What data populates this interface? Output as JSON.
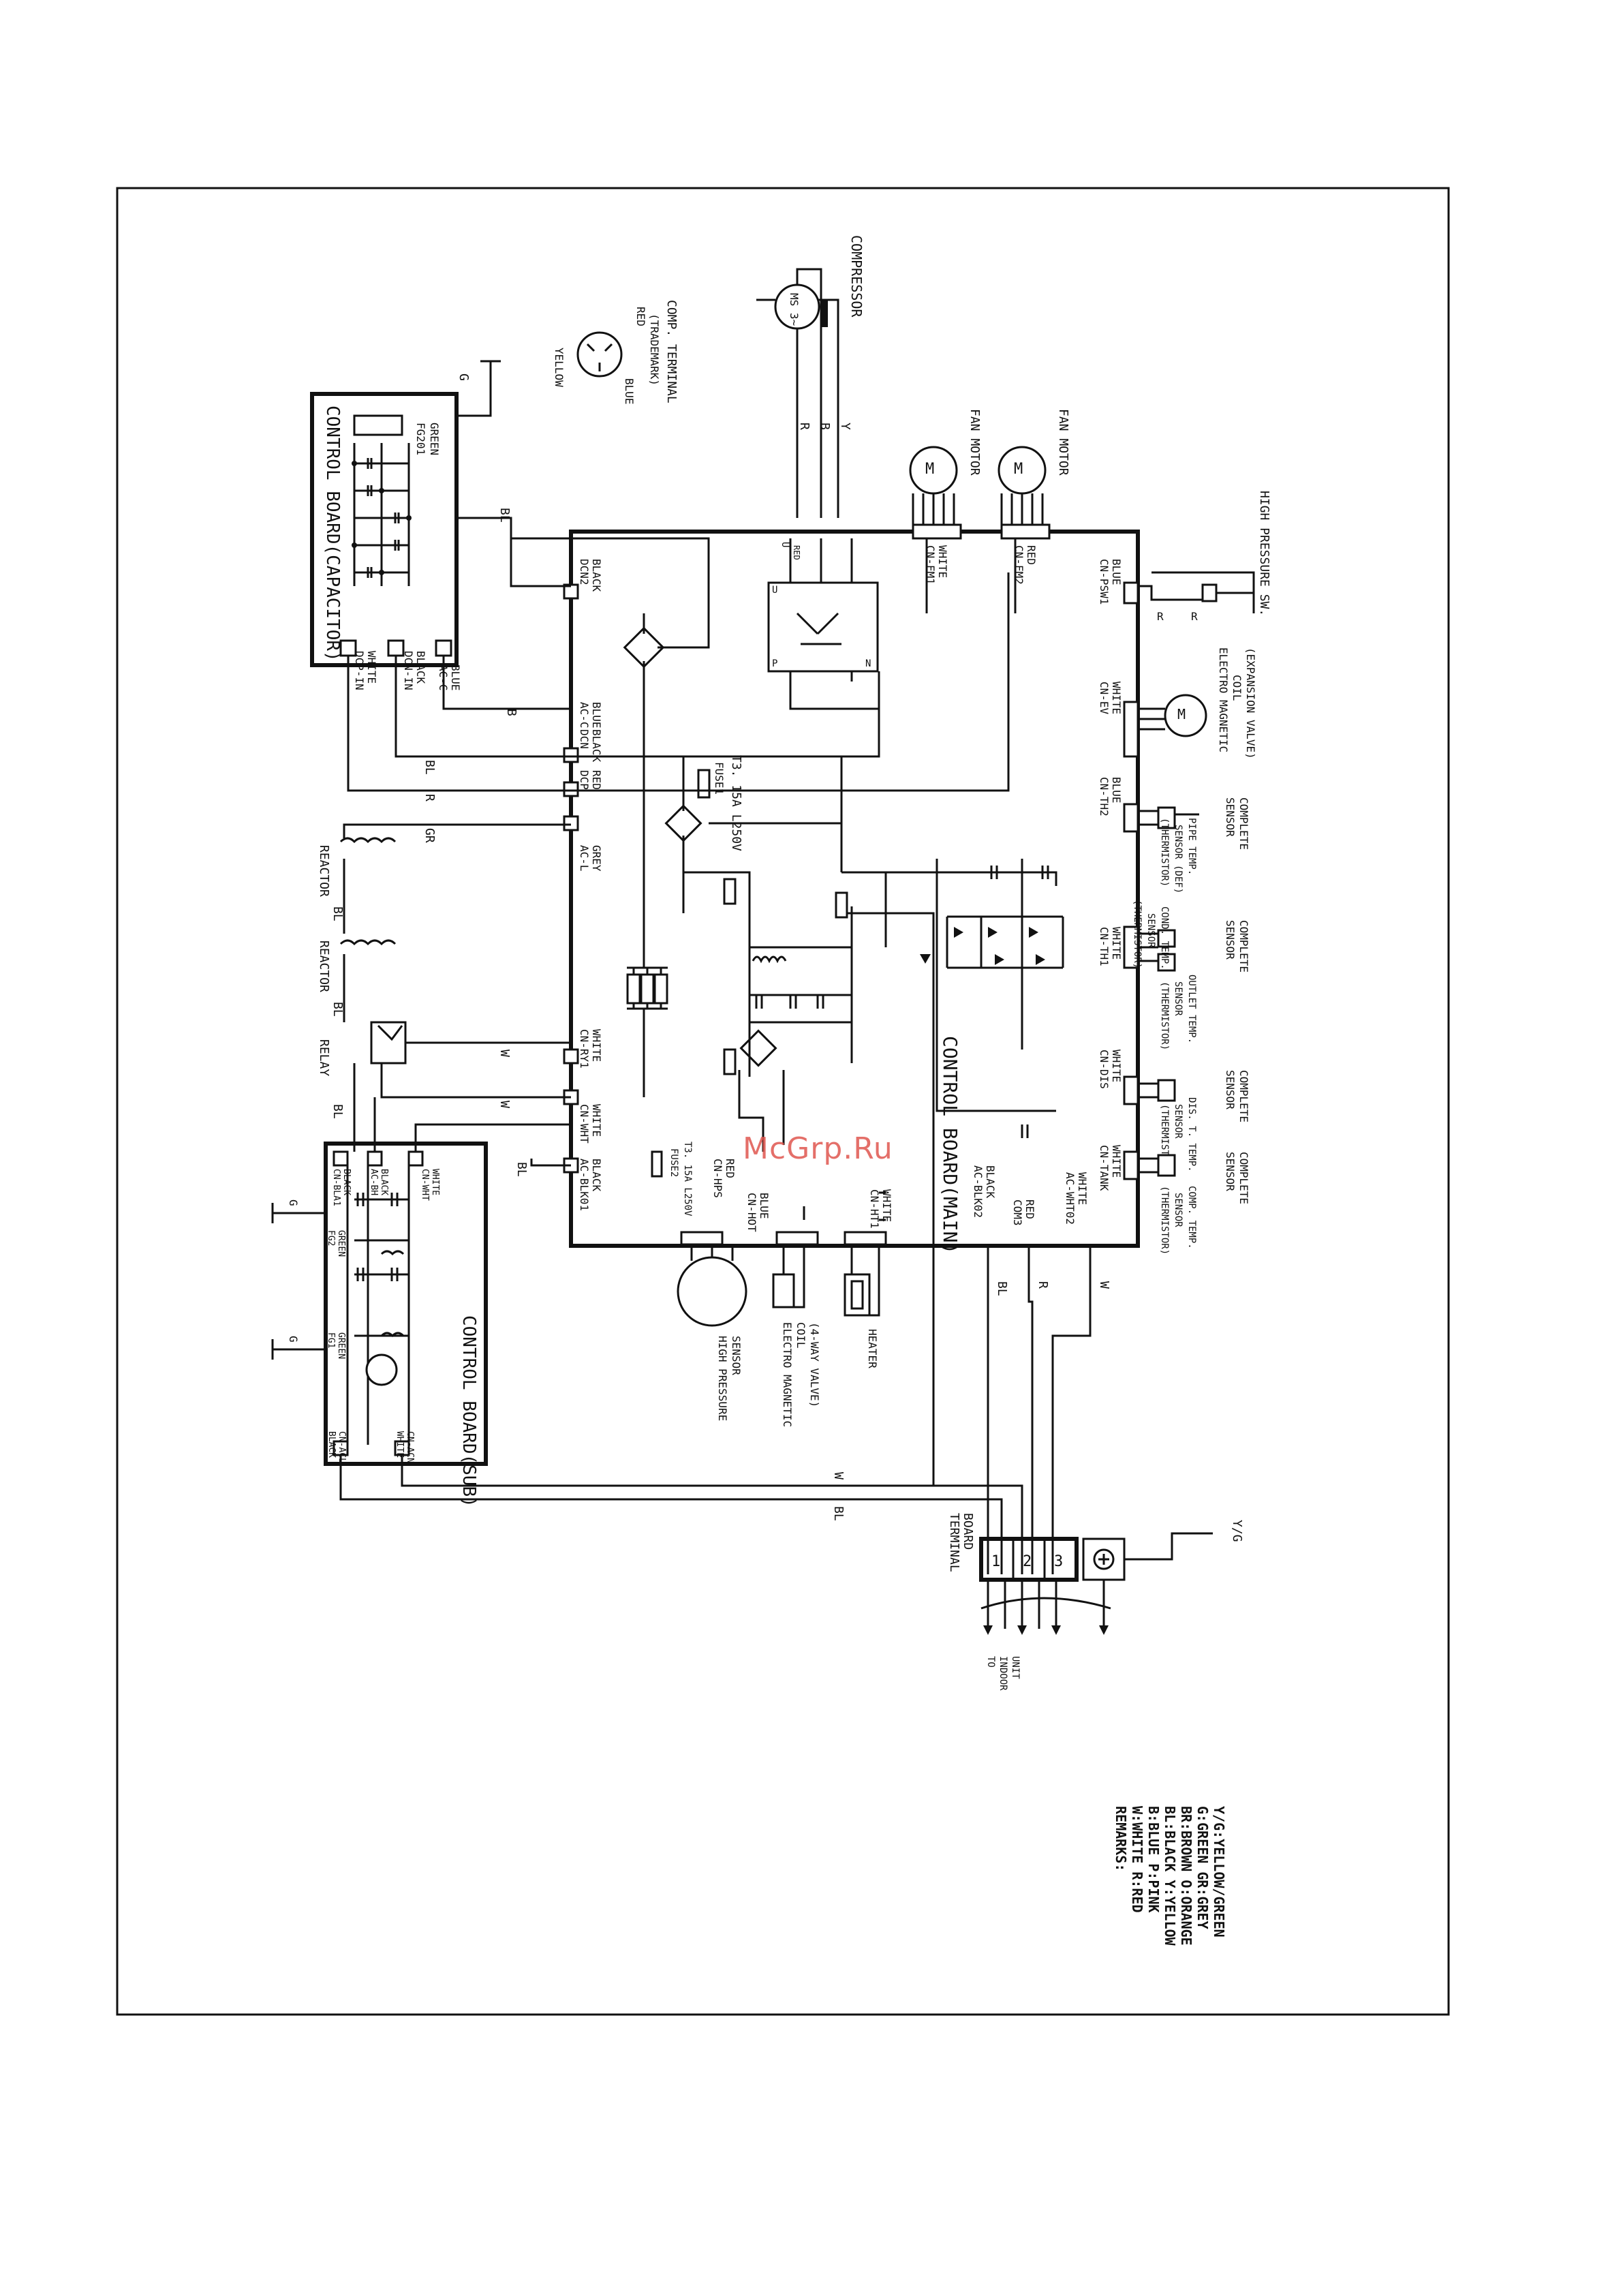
{
  "watermark": "McGrp.Ru",
  "boards": {
    "capacitor": "CONTROL BOARD(CAPACITOR)",
    "sub": "CONTROL BOARD(SUB)",
    "main": "CONTROL BOARD(MAIN)"
  },
  "compressor": {
    "label": "COMPRESSOR",
    "motor": "MS 3~",
    "terminal_title": "COMP. TERMINAL",
    "terminal_sub": "(TRADEMARK)",
    "pin_red": "RED",
    "pin_yellow": "YELLOW",
    "pin_blue": "BLUE",
    "wire_r": "R",
    "wire_b": "B",
    "wire_y": "Y"
  },
  "fan_motors": [
    "FAN MOTOR",
    "FAN MOTOR"
  ],
  "high_pressure_sw": "HIGH PRESSURE SW.",
  "expansion_valve": [
    "ELECTRO MAGNETIC",
    "COIL",
    "(EXPANSION VALVE)"
  ],
  "sensors": [
    {
      "line1": "SENSOR",
      "line2": "COMPLETE",
      "desc": [
        "PIPE TEMP.",
        "SENSOR (DEF)",
        "(THERMISTOR)"
      ]
    },
    {
      "line1": "SENSOR",
      "line2": "COMPLETE",
      "desc": [
        "COND. TEMP.",
        "SENSOR",
        "(THERMISTOR)"
      ],
      "desc2": [
        "OUTLET TEMP.",
        "SENSOR",
        "(THERMISTOR)"
      ]
    },
    {
      "line1": "SENSOR",
      "line2": "COMPLETE",
      "desc": [
        "DIS. T. TEMP.",
        "SENSOR",
        "(THERMISTOR)"
      ]
    },
    {
      "line1": "SENSOR",
      "line2": "COMPLETE",
      "desc": [
        "COMP. TEMP.",
        "SENSOR",
        "(THERMISTOR)"
      ]
    }
  ],
  "main_connectors": {
    "dcn2": [
      "DCN2",
      "BLACK"
    ],
    "acc": [
      "AC-C",
      "BLUE"
    ],
    "dcn": [
      "DCN",
      "BLACK"
    ],
    "dcp": [
      "DCP",
      "RED"
    ],
    "acl": [
      "AC-L",
      "GREY"
    ],
    "cnry1": [
      "CN-RY1",
      "WHITE"
    ],
    "cnwht": [
      "CN-WHT",
      "WHITE"
    ],
    "acblk01": [
      "AC-BLK01",
      "BLACK"
    ],
    "cnhps": [
      "CN-HPS",
      "RED"
    ],
    "cnhot": [
      "CN-HOT",
      "BLUE"
    ],
    "cnht1": [
      "CN-HT1",
      "WHITE"
    ],
    "acblk02": [
      "AC-BLK02",
      "BLACK"
    ],
    "com3": [
      "COM3",
      "RED"
    ],
    "acwht02": [
      "AC-WHT02",
      "WHITE"
    ],
    "cnfm1": [
      "CN-FM1",
      "WHITE"
    ],
    "cnfm2": [
      "CN-FM2",
      "RED"
    ],
    "cnpsw1": [
      "CN-PSW1",
      "BLUE"
    ],
    "cnev": [
      "CN-EV",
      "WHITE"
    ],
    "cnth2": [
      "CN-TH2",
      "BLUE"
    ],
    "cnth1": [
      "CN-TH1",
      "WHITE"
    ],
    "cndis": [
      "CN-DIS",
      "WHITE"
    ],
    "cntank": [
      "CN-TANK",
      "WHITE"
    ]
  },
  "cap_connectors": {
    "dcpin": [
      "DCP-IN",
      "WHITE"
    ],
    "dcnin": [
      "DCN-IN",
      "BLACK"
    ],
    "acc": [
      "AC-C",
      "BLUE"
    ],
    "fg201": [
      "FG201",
      "GREEN"
    ]
  },
  "sub_connectors": {
    "cnbla1": [
      "CN-BLA1",
      "BLACK"
    ],
    "acbh": [
      "AC-BH",
      "BLACK"
    ],
    "cnwht": [
      "CN-WHT",
      "WHITE"
    ],
    "fg2": [
      "FG2",
      "GREEN"
    ],
    "fg1": [
      "FG1",
      "GREEN"
    ],
    "cnacl": [
      "CN-ACL",
      "BLACK"
    ],
    "cnacn": [
      "CN-ACN",
      "WHITE"
    ]
  },
  "fuses": [
    {
      "name": "FUSE1",
      "rating": "T3. 15A L250V"
    },
    {
      "name": "FUSE2",
      "rating": "T3. 15A L250V"
    }
  ],
  "components": {
    "relay": "RELAY",
    "reactor": "REACTOR",
    "hp_sensor": [
      "HIGH PRESSURE",
      "SENSOR"
    ],
    "fourway": [
      "ELECTRO MAGNETIC",
      "COIL",
      "(4-WAY VALVE)"
    ],
    "heater": "HEATER"
  },
  "wire_labels": {
    "bl": "BL",
    "b": "B",
    "r": "R",
    "w": "W",
    "gr": "GR",
    "g": "G",
    "yg": "Y/G"
  },
  "terminal": {
    "title": [
      "TERMINAL",
      "BOARD"
    ],
    "pins": [
      "1",
      "2",
      "3"
    ],
    "to": [
      "TO",
      "INDOOR",
      "UNIT"
    ]
  },
  "remarks": {
    "title": "REMARKS:",
    "lines": [
      "W:WHITE    R:RED",
      "B:BLUE     P:PINK",
      "BL:BLACK   Y:YELLOW",
      "BR:BROWN   O:ORANGE",
      "G:GREEN    GR:GREY",
      "Y/G:YELLOW/GREEN"
    ]
  }
}
